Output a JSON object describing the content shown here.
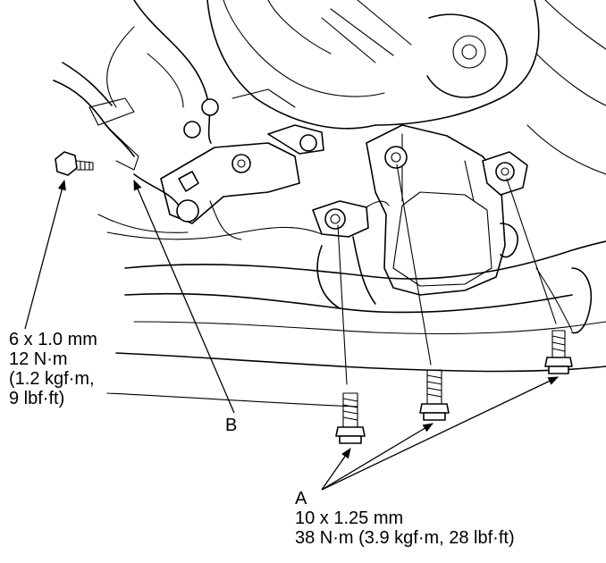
{
  "callouts": {
    "bolt_small": {
      "size": "6 x 1.0 mm",
      "torque_nm": "12 N·m",
      "torque_kgf": "(1.2 kgf·m,",
      "torque_lbf": "9 lbf·ft)"
    },
    "b_label": "B",
    "a_group": {
      "letter": "A",
      "size": "10 x 1.25 mm",
      "torque": "38 N·m (3.9 kgf·m, 28 lbf·ft)"
    }
  }
}
